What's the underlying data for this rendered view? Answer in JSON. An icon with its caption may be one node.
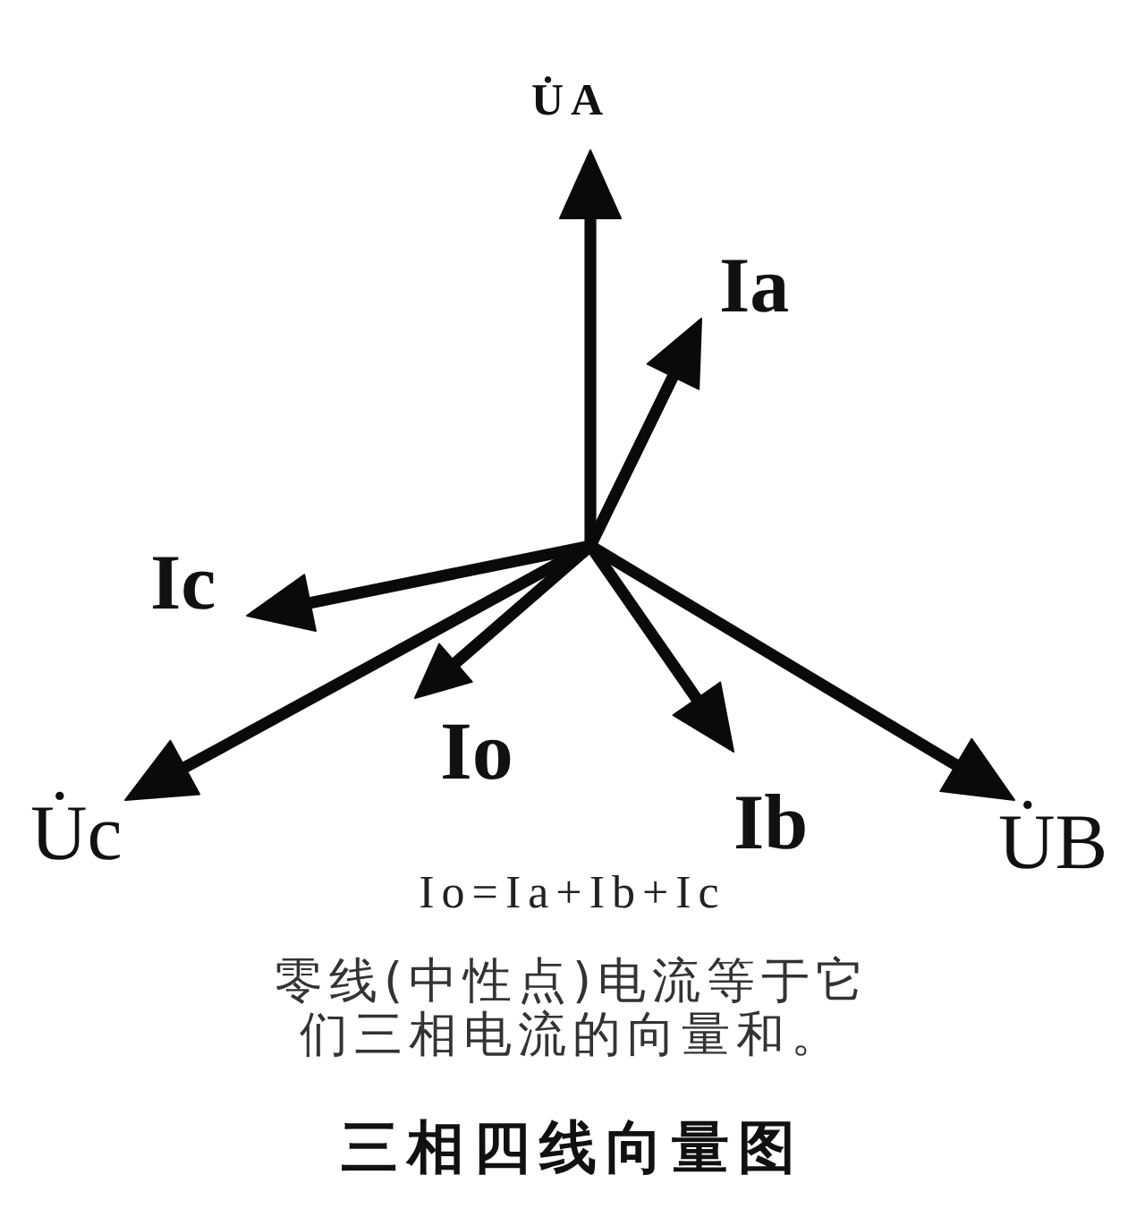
{
  "diagram": {
    "caption": "三相四线向量图",
    "labels": [
      "U̇A",
      "Ia",
      "Ic",
      "Io",
      "U̇c",
      "Ib",
      "U̇B",
      "Io=Ia+Ib+Ic",
      "零线(中性点)电流等于它们三相电流的向量和。"
    ]
  }
}
